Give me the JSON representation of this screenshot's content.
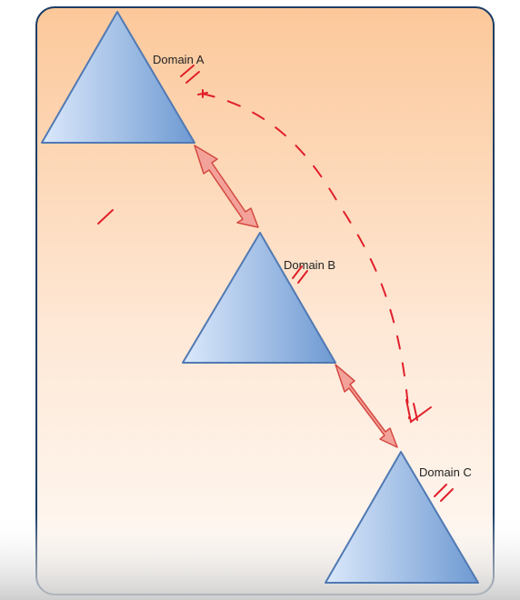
{
  "diagram": {
    "domains": [
      {
        "id": "a",
        "label": "Domain A"
      },
      {
        "id": "b",
        "label": "Domain B"
      },
      {
        "id": "c",
        "label": "Domain C"
      }
    ],
    "trusts": [
      {
        "from": "a",
        "to": "b",
        "kind": "two-way"
      },
      {
        "from": "b",
        "to": "c",
        "kind": "two-way"
      }
    ],
    "annotations": [
      {
        "from": "a",
        "to": "c",
        "kind": "hand-drawn-dashed-arrow",
        "color": "#e0202a"
      }
    ]
  },
  "colors": {
    "panel_top": "#fcc89a",
    "panel_bottom": "#fffaf6",
    "panel_border": "#1d3d66",
    "triangle_light": "#dbe8fb",
    "triangle_dark": "#6e9ad2",
    "triangle_stroke": "#5079b3",
    "arrow_fill": "#f3a29a",
    "arrow_stroke": "#d44a42",
    "ink": "#e0202a"
  }
}
